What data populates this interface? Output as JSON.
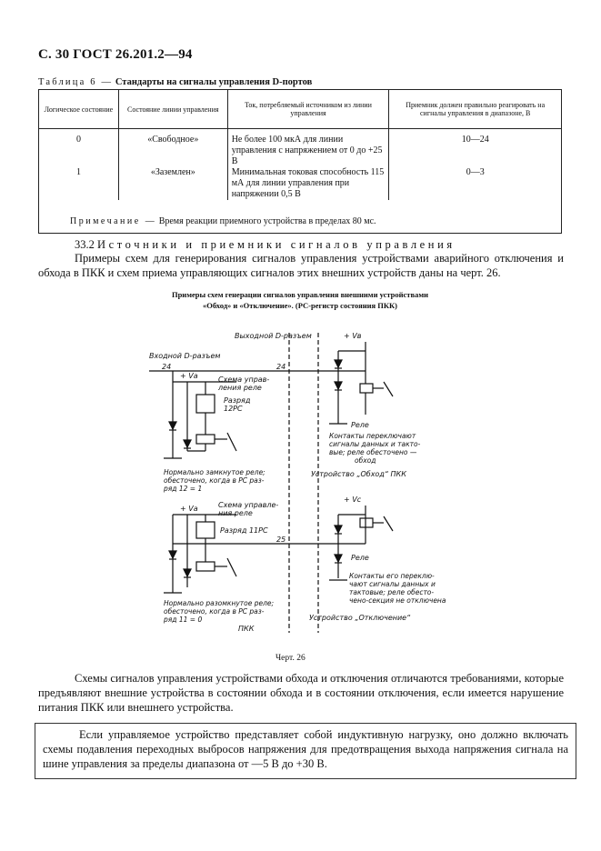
{
  "header": "С. 30 ГОСТ 26.201.2—94",
  "table": {
    "caption_prefix": "Таблица 6 —",
    "caption_title": "Стандарты на сигналы управления D-портов",
    "headers": [
      "Логическое состояние",
      "Состояние линии управления",
      "Ток, потребляемый источником из линии управления",
      "Приемник должен правильно реагировать на сигналы управления в диапазоне, В"
    ],
    "rows": [
      {
        "logic": "0",
        "state": "«Свободное»",
        "current": "Не более 100 мкА для линии управления с напряжением от 0 до +25 В",
        "range": "10—24"
      },
      {
        "logic": "1",
        "state": "«Заземлен»",
        "current": "Минимальная токовая способность 115 мА для линии управления при напряжении 0,5 В",
        "range": "0—3"
      }
    ],
    "note_label": "Примечание —",
    "note_text": "Время реакции приемного устройства в пределах 80 мс."
  },
  "section": {
    "number": "33.2",
    "title": "Источники и приемники сигналов управления",
    "paragraph": "Примеры схем для генерирования сигналов управления устройствами аварийного отключения и обхода в ПКК и схем приема управляющих сигналов этих внешних устройств даны на черт. 26."
  },
  "figure": {
    "title_line1": "Примеры схем генерации сигналов управления внешними устройствами",
    "title_line2": "«Обход» и «Отключение». (РС-регистр состояния ПКК)",
    "labels": {
      "output_connector": "Выходной D-разъем",
      "input_connector": "Входной D-разъем",
      "pin24_left": "24",
      "pin24_right": "24",
      "pin25": "25",
      "va_top": "+ Vа",
      "va_bottom": "+ Vа",
      "vb": "+ Vв",
      "vc": "+ Vс",
      "relay_ctrl_top_1": "Схема управ-",
      "relay_ctrl_top_2": "ления реле",
      "bit12_1": "Разряд",
      "bit12_2": "12РС",
      "relay_ctrl_bot_1": "Схема управле-",
      "relay_ctrl_bot_2": "ния реле",
      "bit11": "Разряд 11РС",
      "nc_relay_1": "Нормально замкнутое реле;",
      "nc_relay_2": "обесточено, когда в РС раз-",
      "nc_relay_3": "ряд 12 = 1",
      "no_relay_1": "Нормально разомкнутое реле;",
      "no_relay_2": "обесточено, когда в РС раз-",
      "no_relay_3": "ряд 11 = 0",
      "pkk": "ПКК",
      "relay_right_top": "Реле",
      "bypass_contacts_1": "Контакты переключают",
      "bypass_contacts_2": "сигналы данных и такто-",
      "bypass_contacts_3": "вые; реле обесточено —",
      "bypass_contacts_4": "обход",
      "device_bypass": "Устройство „Обход“ ПКК",
      "relay_right_bot": "Реле",
      "off_contacts_1": "Контакты его переклю-",
      "off_contacts_2": "чают сигналы данных и",
      "off_contacts_3": "тактовые; реле обесто-",
      "off_contacts_4": "чено-секция не отключена",
      "device_off": "Устройство „Отключение“"
    },
    "caption": "Черт. 26"
  },
  "paragraph2": "Схемы сигналов управления устройствами обхода и отключения отличаются требованиями, которые предъявляют внешние устройства в состоянии обхода и в состоянии отключения, если имеется нарушение питания ПКК или внешнего устройства.",
  "boxed_note": "Если управляемое устройство представляет собой индуктивную нагрузку, оно должно включать схемы подавления переходных выбросов напряжения для предотвращения выхода напряжения сигнала на шине управления за пределы диапазона от —5 В до +30 В."
}
